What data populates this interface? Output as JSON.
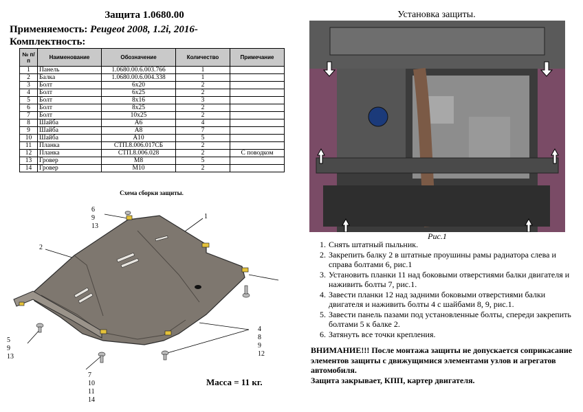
{
  "header": {
    "title": "Защита 1.0680.00",
    "applicability_label": "Применяемость:",
    "applicability_value": "Peugeot 2008, 1.2i, 2016-",
    "kit_label": "Комплектность:"
  },
  "parts_table": {
    "headers": [
      "№ п/п",
      "Наименование",
      "Обозначение",
      "Количество",
      "Примечание"
    ],
    "rows": [
      [
        "1",
        "Панель",
        "1.0680.00.6.003.766",
        "1",
        ""
      ],
      [
        "2",
        "Балка",
        "1.0680.00.6.004.338",
        "1",
        ""
      ],
      [
        "3",
        "Болт",
        "6x20",
        "2",
        ""
      ],
      [
        "4",
        "Болт",
        "6x25",
        "2",
        ""
      ],
      [
        "5",
        "Болт",
        "8x16",
        "3",
        ""
      ],
      [
        "6",
        "Болт",
        "8x25",
        "2",
        ""
      ],
      [
        "7",
        "Болт",
        "10x25",
        "2",
        ""
      ],
      [
        "8",
        "Шайба",
        "A6",
        "4",
        ""
      ],
      [
        "9",
        "Шайба",
        "A8",
        "7",
        ""
      ],
      [
        "10",
        "Шайба",
        "A10",
        "5",
        ""
      ],
      [
        "11",
        "Планка",
        "СТП.8.006.017СБ",
        "2",
        ""
      ],
      [
        "12",
        "Планка",
        "СТП.8.006.028",
        "2",
        "С поводком"
      ],
      [
        "13",
        "Гровер",
        "M8",
        "5",
        ""
      ],
      [
        "14",
        "Гровер",
        "M10",
        "2",
        ""
      ]
    ]
  },
  "assembly": {
    "caption": "Схема сборки защиты.",
    "callouts": {
      "top_left": [
        "6",
        "9",
        "13"
      ],
      "panel": "1",
      "beam": "2",
      "bottom_left": [
        "5",
        "9",
        "13"
      ],
      "right": [
        "4",
        "8",
        "9",
        "12"
      ],
      "bottom_center": [
        "7",
        "10",
        "11",
        "14"
      ]
    },
    "mass": "Масса = 11 кг."
  },
  "installation": {
    "title": "Установка защиты.",
    "figure_caption": "Рис.1",
    "steps": [
      "Снять штатный пыльник.",
      "Закрепить балку 2 в штатные проушины рамы радиатора слева и справа болтами 6, рис.1",
      "Установить планки 11 над боковыми отверстиями балки двигателя и наживить болты 7, рис.1.",
      "Завести планки 12 над задними боковыми отверстиями балки двигателя и наживить болты 4 с шайбами 8, 9, рис.1.",
      "Завести панель пазами под установленные болты, спереди закрепить болтами 5 к балке 2.",
      "Затянуть все точки крепления."
    ],
    "warning": "ВНИМАНИЕ!!!   После монтажа защиты не допускается соприкасание элементов защиты с движущимися элементами узлов и агрегатов автомобиля.",
    "covers": "Защита закрывает, КПП, картер двигателя."
  },
  "colors": {
    "table_header_bg": "#c9c9c9",
    "plate_fill": "#7e776f",
    "bracket_yellow": "#e5c23a",
    "photo_bg": "#3b3b3b"
  }
}
